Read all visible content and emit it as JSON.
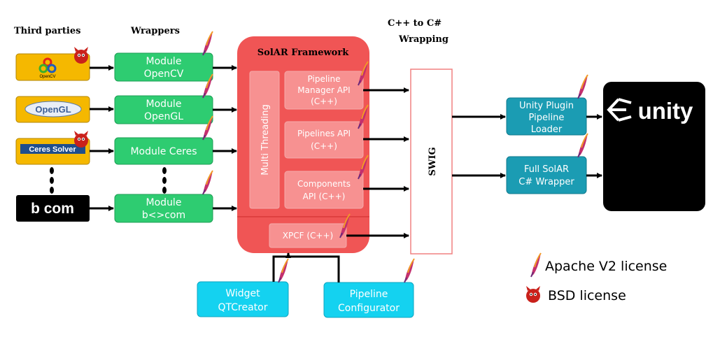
{
  "headers": {
    "third_parties": "Third parties",
    "wrappers": "Wrappers",
    "framework": "SolAR Framework",
    "wrapping_line1": "C++ to C#",
    "wrapping_line2": "Wrapping"
  },
  "third_parties": {
    "opencv": "OpenCV",
    "opengl": "OpenGL",
    "ceres": "Ceres Solver",
    "bcom": "b com"
  },
  "wrappers": {
    "opencv": [
      "Module",
      "OpenCV"
    ],
    "opengl": [
      "Module",
      "OpenGL"
    ],
    "ceres": [
      "Module Ceres"
    ],
    "bcom": [
      "Module",
      "b<>com"
    ]
  },
  "framework": {
    "multithreading": "Multi Threading",
    "pipeline_manager": [
      "Pipeline",
      "Manager API",
      "(C++)"
    ],
    "pipelines": [
      "Pipelines API",
      "(C++)"
    ],
    "components": [
      "Components",
      "API (C++)"
    ],
    "xpcf": "XPCF (C++)"
  },
  "swig": "SWIG",
  "csharp": {
    "unity_plugin": [
      "Unity Plugin",
      "Pipeline",
      "Loader"
    ],
    "full_wrapper": [
      "Full SolAR",
      "C# Wrapper"
    ]
  },
  "unity": "unity",
  "tools": {
    "widget": [
      "Widget",
      "QTCreator"
    ],
    "configurator": [
      "Pipeline",
      "Configurator"
    ]
  },
  "legend": {
    "apache": "Apache V2 license",
    "bsd": "BSD license"
  },
  "colors": {
    "green": "#2ecc71",
    "red_framework": "#f05555",
    "teal": "#1b9cb3",
    "cyan": "#14d2f0",
    "orange_logo_bg": "#f5b800"
  },
  "icons": [
    "feather-icon",
    "bsd-daemon-icon",
    "opencv-logo",
    "unity-logo"
  ]
}
